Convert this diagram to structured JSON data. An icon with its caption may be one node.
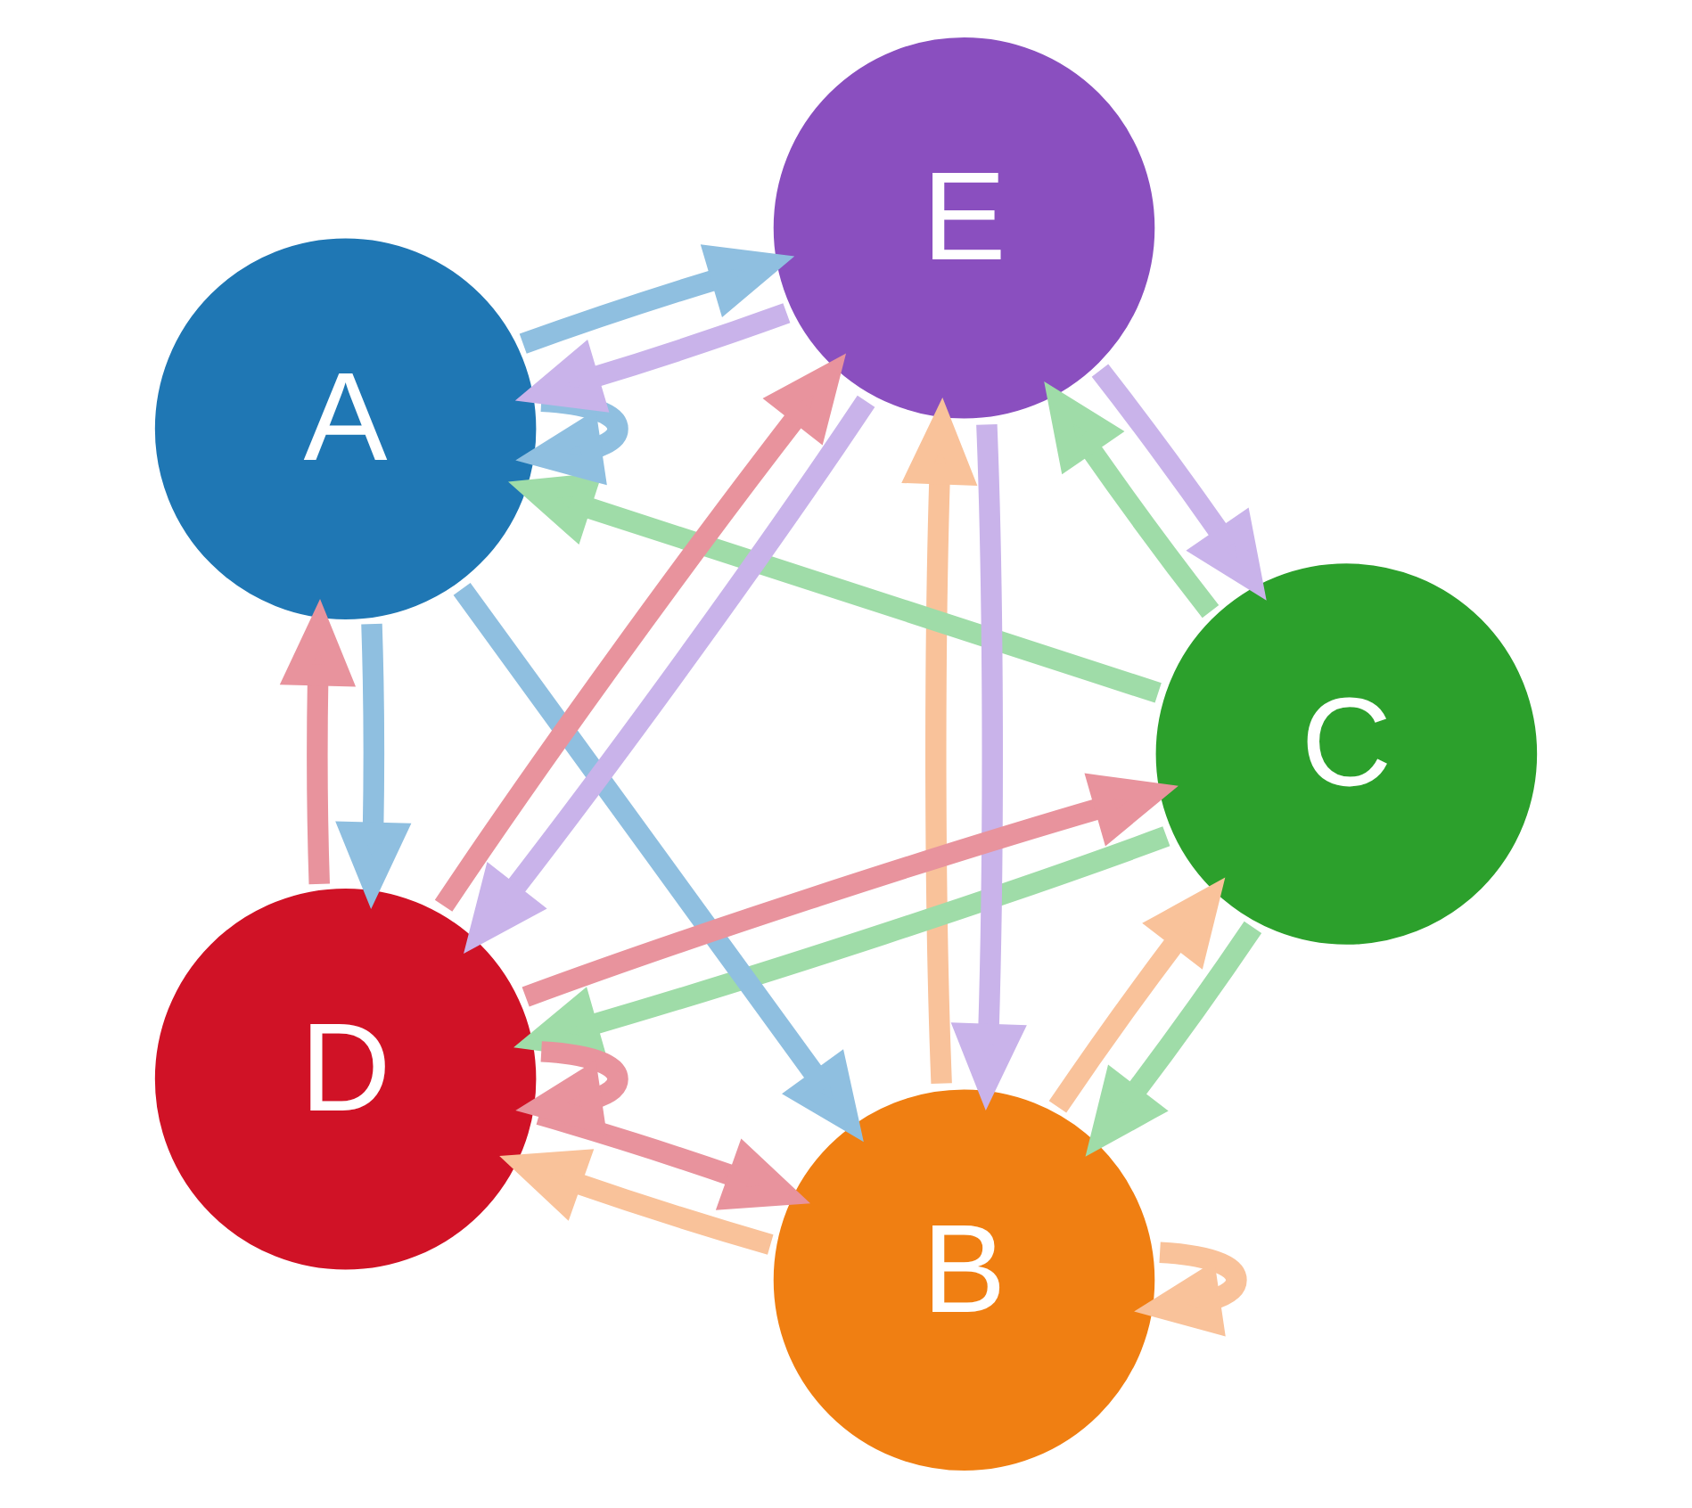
{
  "diagram": {
    "nodes": [
      {
        "text": [
          "B"
        ]
      },
      {
        "text": [
          "C"
        ]
      },
      {
        "text": [
          "A"
        ]
      },
      {
        "text": [
          "E"
        ]
      },
      {
        "text": [
          "D"
        ]
      }
    ],
    "edges": [
      {
        "from": 2,
        "to": 2,
        "arrow": "to",
        "color": "#8fbfe0"
      },
      {
        "from": 2,
        "to": 0,
        "arrow": "to",
        "color": "#8fbfe0"
      },
      {
        "from": 2,
        "to": 3,
        "arrow": "to",
        "color": "#8fbfe0"
      },
      {
        "from": 2,
        "to": 4,
        "arrow": "to",
        "color": "#8fbfe0"
      },
      {
        "from": 0,
        "to": 0,
        "arrow": "to",
        "color": "#f9c29a"
      },
      {
        "from": 0,
        "to": 3,
        "arrow": "to",
        "color": "#f9c29a"
      },
      {
        "from": 0,
        "to": 1,
        "arrow": "to",
        "color": "#f9c29a"
      },
      {
        "from": 0,
        "to": 4,
        "arrow": "to",
        "color": "#f9c29a"
      },
      {
        "from": 1,
        "to": 0,
        "arrow": "to",
        "color": "#9fdca8"
      },
      {
        "from": 1,
        "to": 3,
        "arrow": "to",
        "color": "#9fdca8"
      },
      {
        "from": 1,
        "to": 2,
        "arrow": "to",
        "color": "#9fdca8"
      },
      {
        "from": 1,
        "to": 4,
        "arrow": "to",
        "color": "#9fdca8"
      },
      {
        "from": 4,
        "to": 4,
        "arrow": "to",
        "color": "#e8939d"
      },
      {
        "from": 4,
        "to": 2,
        "arrow": "to",
        "color": "#e8939d"
      },
      {
        "from": 4,
        "to": 3,
        "arrow": "to",
        "color": "#e8939d"
      },
      {
        "from": 4,
        "to": 0,
        "arrow": "to",
        "color": "#e8939d"
      },
      {
        "from": 4,
        "to": 1,
        "arrow": "to",
        "color": "#e8939d"
      },
      {
        "from": 3,
        "to": 4,
        "arrow": "to",
        "color": "#c9b3ea"
      },
      {
        "from": 3,
        "to": 2,
        "arrow": "to",
        "color": "#c9b3ea"
      },
      {
        "from": 3,
        "to": 1,
        "arrow": "to",
        "color": "#c9b3ea"
      },
      {
        "from": 3,
        "to": 0,
        "arrow": "to",
        "color": "#c9b3ea"
      }
    ]
  }
}
